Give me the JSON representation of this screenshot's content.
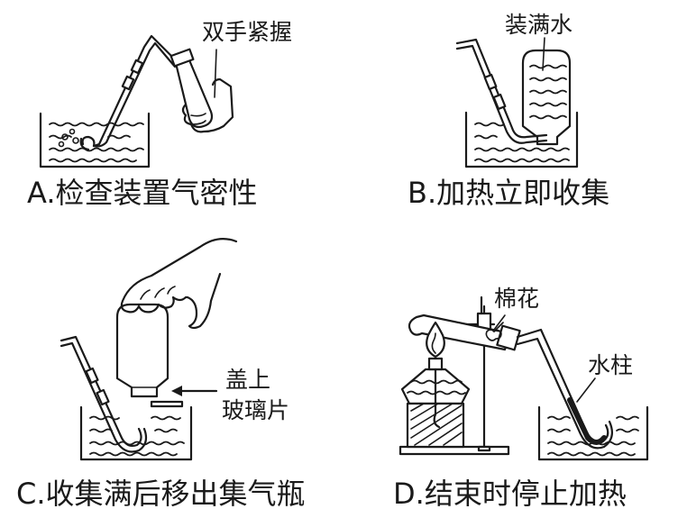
{
  "panels": {
    "a": {
      "caption": "A.检查装置气密性",
      "label": "双手紧握"
    },
    "b": {
      "caption": "B.加热立即收集",
      "label": "装满水"
    },
    "c": {
      "caption": "C.收集满后移出集气瓶",
      "label_line1": "盖上",
      "label_line2": "玻璃片"
    },
    "d": {
      "caption": "D.结束时停止加热",
      "label_cotton": "棉花",
      "label_column": "水柱"
    }
  }
}
